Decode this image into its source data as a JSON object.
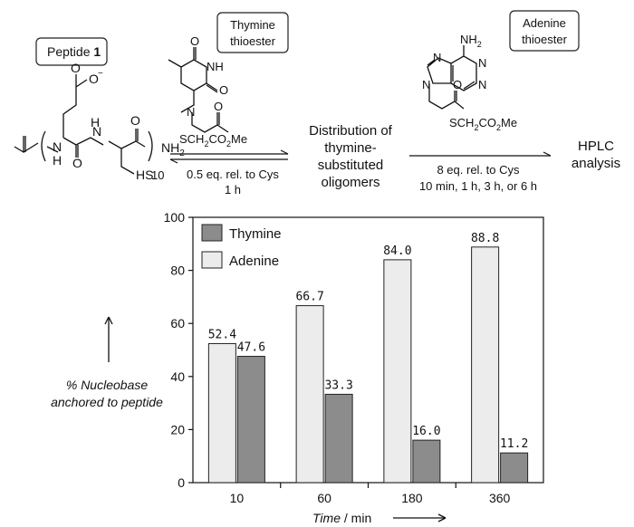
{
  "scheme": {
    "peptide": {
      "box_label": "Peptide",
      "box_number": "1",
      "repeat_subscript": "10",
      "carboxylate": "O",
      "carboxylate_charge": "−",
      "nh": "N",
      "nh_h": "H",
      "cterm": "NH",
      "cterm_sub": "2",
      "thiol": "HS",
      "carbonyl_o": "O"
    },
    "thymine": {
      "box_line1": "Thymine",
      "box_line2": "thioester",
      "nh": "NH",
      "n": "N",
      "o": "O",
      "linker": "SCH",
      "linker_sub": "2",
      "linker_end": "CO",
      "linker_end_sub": "2",
      "linker_me": "Me"
    },
    "step1": {
      "line1": "0.5 eq. rel. to Cys",
      "line2": "1 h"
    },
    "intermediate": {
      "line1": "Distribution of",
      "line2": "thymine-",
      "line3": "substituted",
      "line4": "oligomers"
    },
    "adenine": {
      "box_line1": "Adenine",
      "box_line2": "thioester",
      "nh2": "NH",
      "nh2_sub": "2",
      "n": "N",
      "o": "O",
      "linker": "SCH",
      "linker_sub": "2",
      "linker_end": "CO",
      "linker_end_sub": "2",
      "linker_me": "Me"
    },
    "step2": {
      "line1": "8 eq. rel. to Cys",
      "line2": "10 min, 1 h, 3 h, or 6 h"
    },
    "product": {
      "line1": "HPLC",
      "line2": "analysis"
    }
  },
  "chart_data": {
    "type": "bar",
    "categories": [
      "10",
      "60",
      "180",
      "360"
    ],
    "series": [
      {
        "name": "Adenine",
        "values": [
          52.4,
          66.7,
          84.0,
          88.8
        ],
        "color": "#ececec"
      },
      {
        "name": "Thymine",
        "values": [
          47.6,
          33.3,
          16.0,
          11.2
        ],
        "color": "#8c8c8c"
      }
    ],
    "data_labels": [
      [
        "52.4",
        "66.7",
        "84.0",
        "88.8"
      ],
      [
        "47.6",
        "33.3",
        "16.0",
        "11.2"
      ]
    ],
    "legend_order": [
      "Thymine",
      "Adenine"
    ],
    "legend_position": "top-left",
    "ylim": [
      0,
      100
    ],
    "yticks": [
      0,
      20,
      40,
      60,
      80,
      100
    ],
    "ylabel_line1": "% Nucleobase",
    "ylabel_line2": "anchored to peptide",
    "xlabel_italic": "Time",
    "xlabel_unit": " / min",
    "grid": false
  }
}
